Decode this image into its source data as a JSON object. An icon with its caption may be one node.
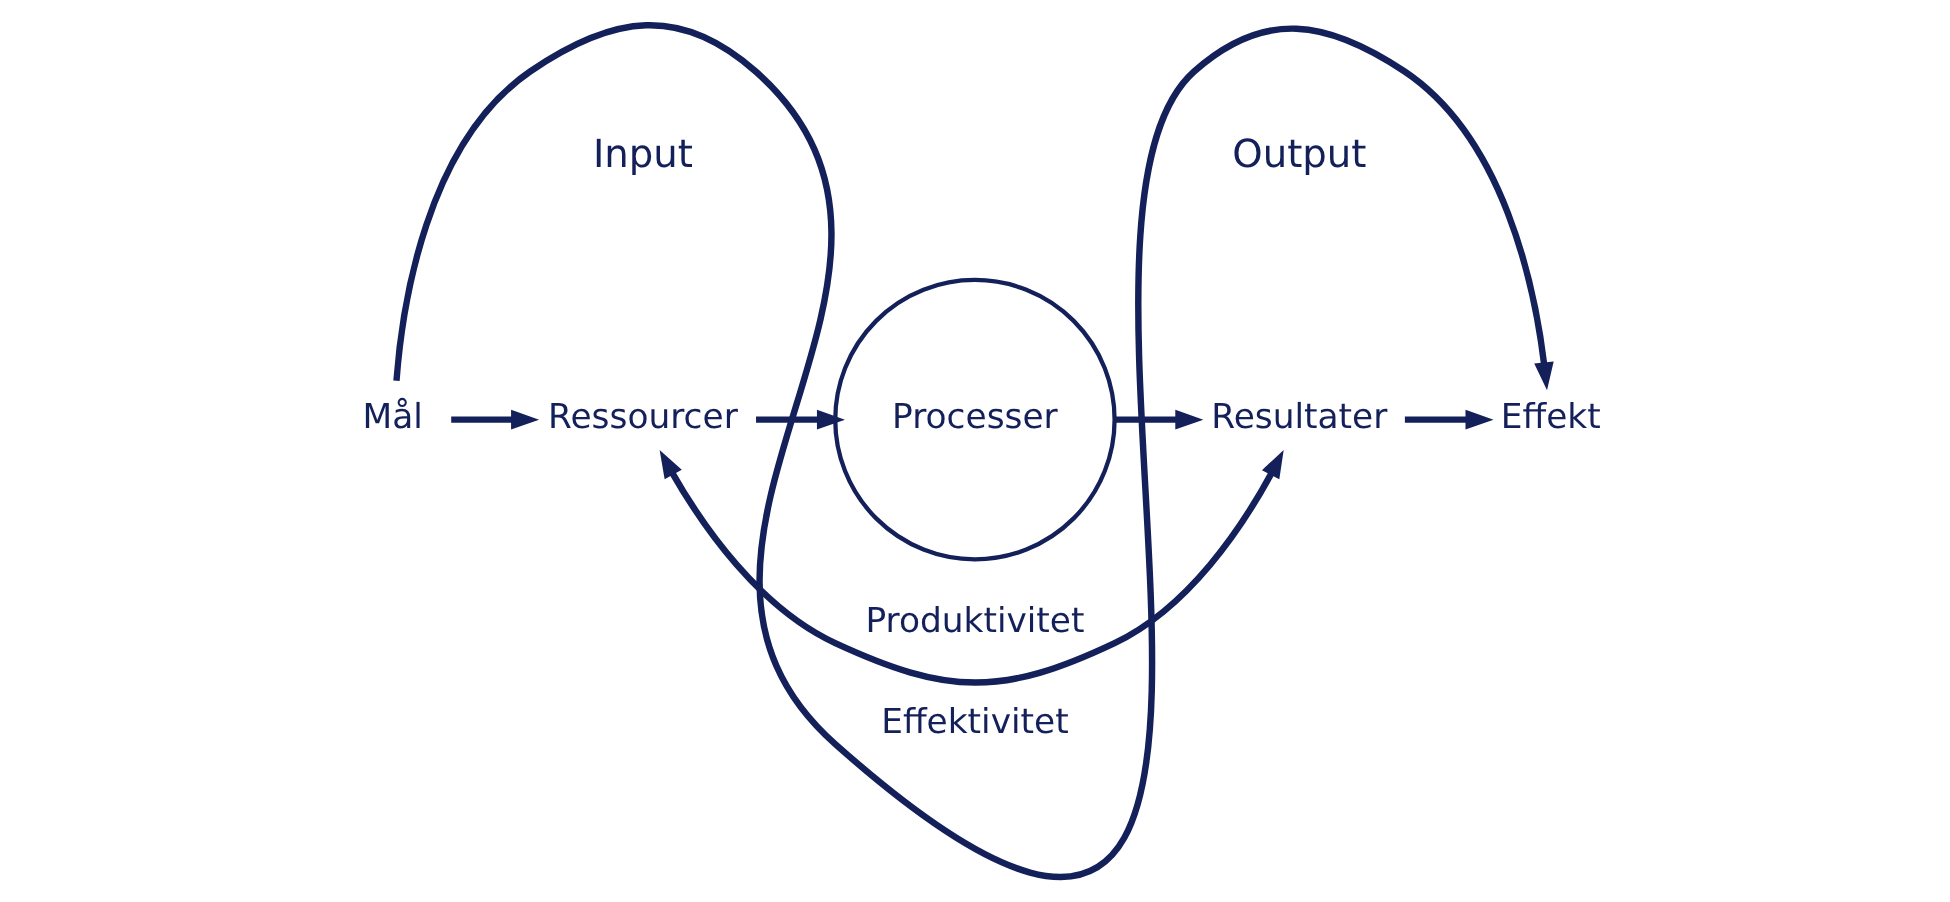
{
  "diagram": {
    "nodes": [
      {
        "text": [
          "Mål"
        ]
      },
      {
        "text": [
          "Ressourcer"
        ]
      },
      {
        "text": [
          "Processer"
        ]
      },
      {
        "text": [
          "Resultater"
        ]
      },
      {
        "text": [
          "Effekt"
        ]
      }
    ],
    "edges": [
      {
        "from": 0,
        "to": 1,
        "arrow": "to"
      },
      {
        "from": 1,
        "to": 2,
        "arrow": "to"
      },
      {
        "from": 2,
        "to": 3,
        "arrow": "to"
      },
      {
        "from": 3,
        "to": 4,
        "arrow": "to"
      },
      {
        "from": 3,
        "to": 1,
        "arrow": "both",
        "label": "Produktivitet"
      },
      {
        "from": 0,
        "to": 4,
        "arrow": "to",
        "label": "Effektivitet"
      }
    ],
    "labels": [
      "Input",
      "Output"
    ]
  }
}
